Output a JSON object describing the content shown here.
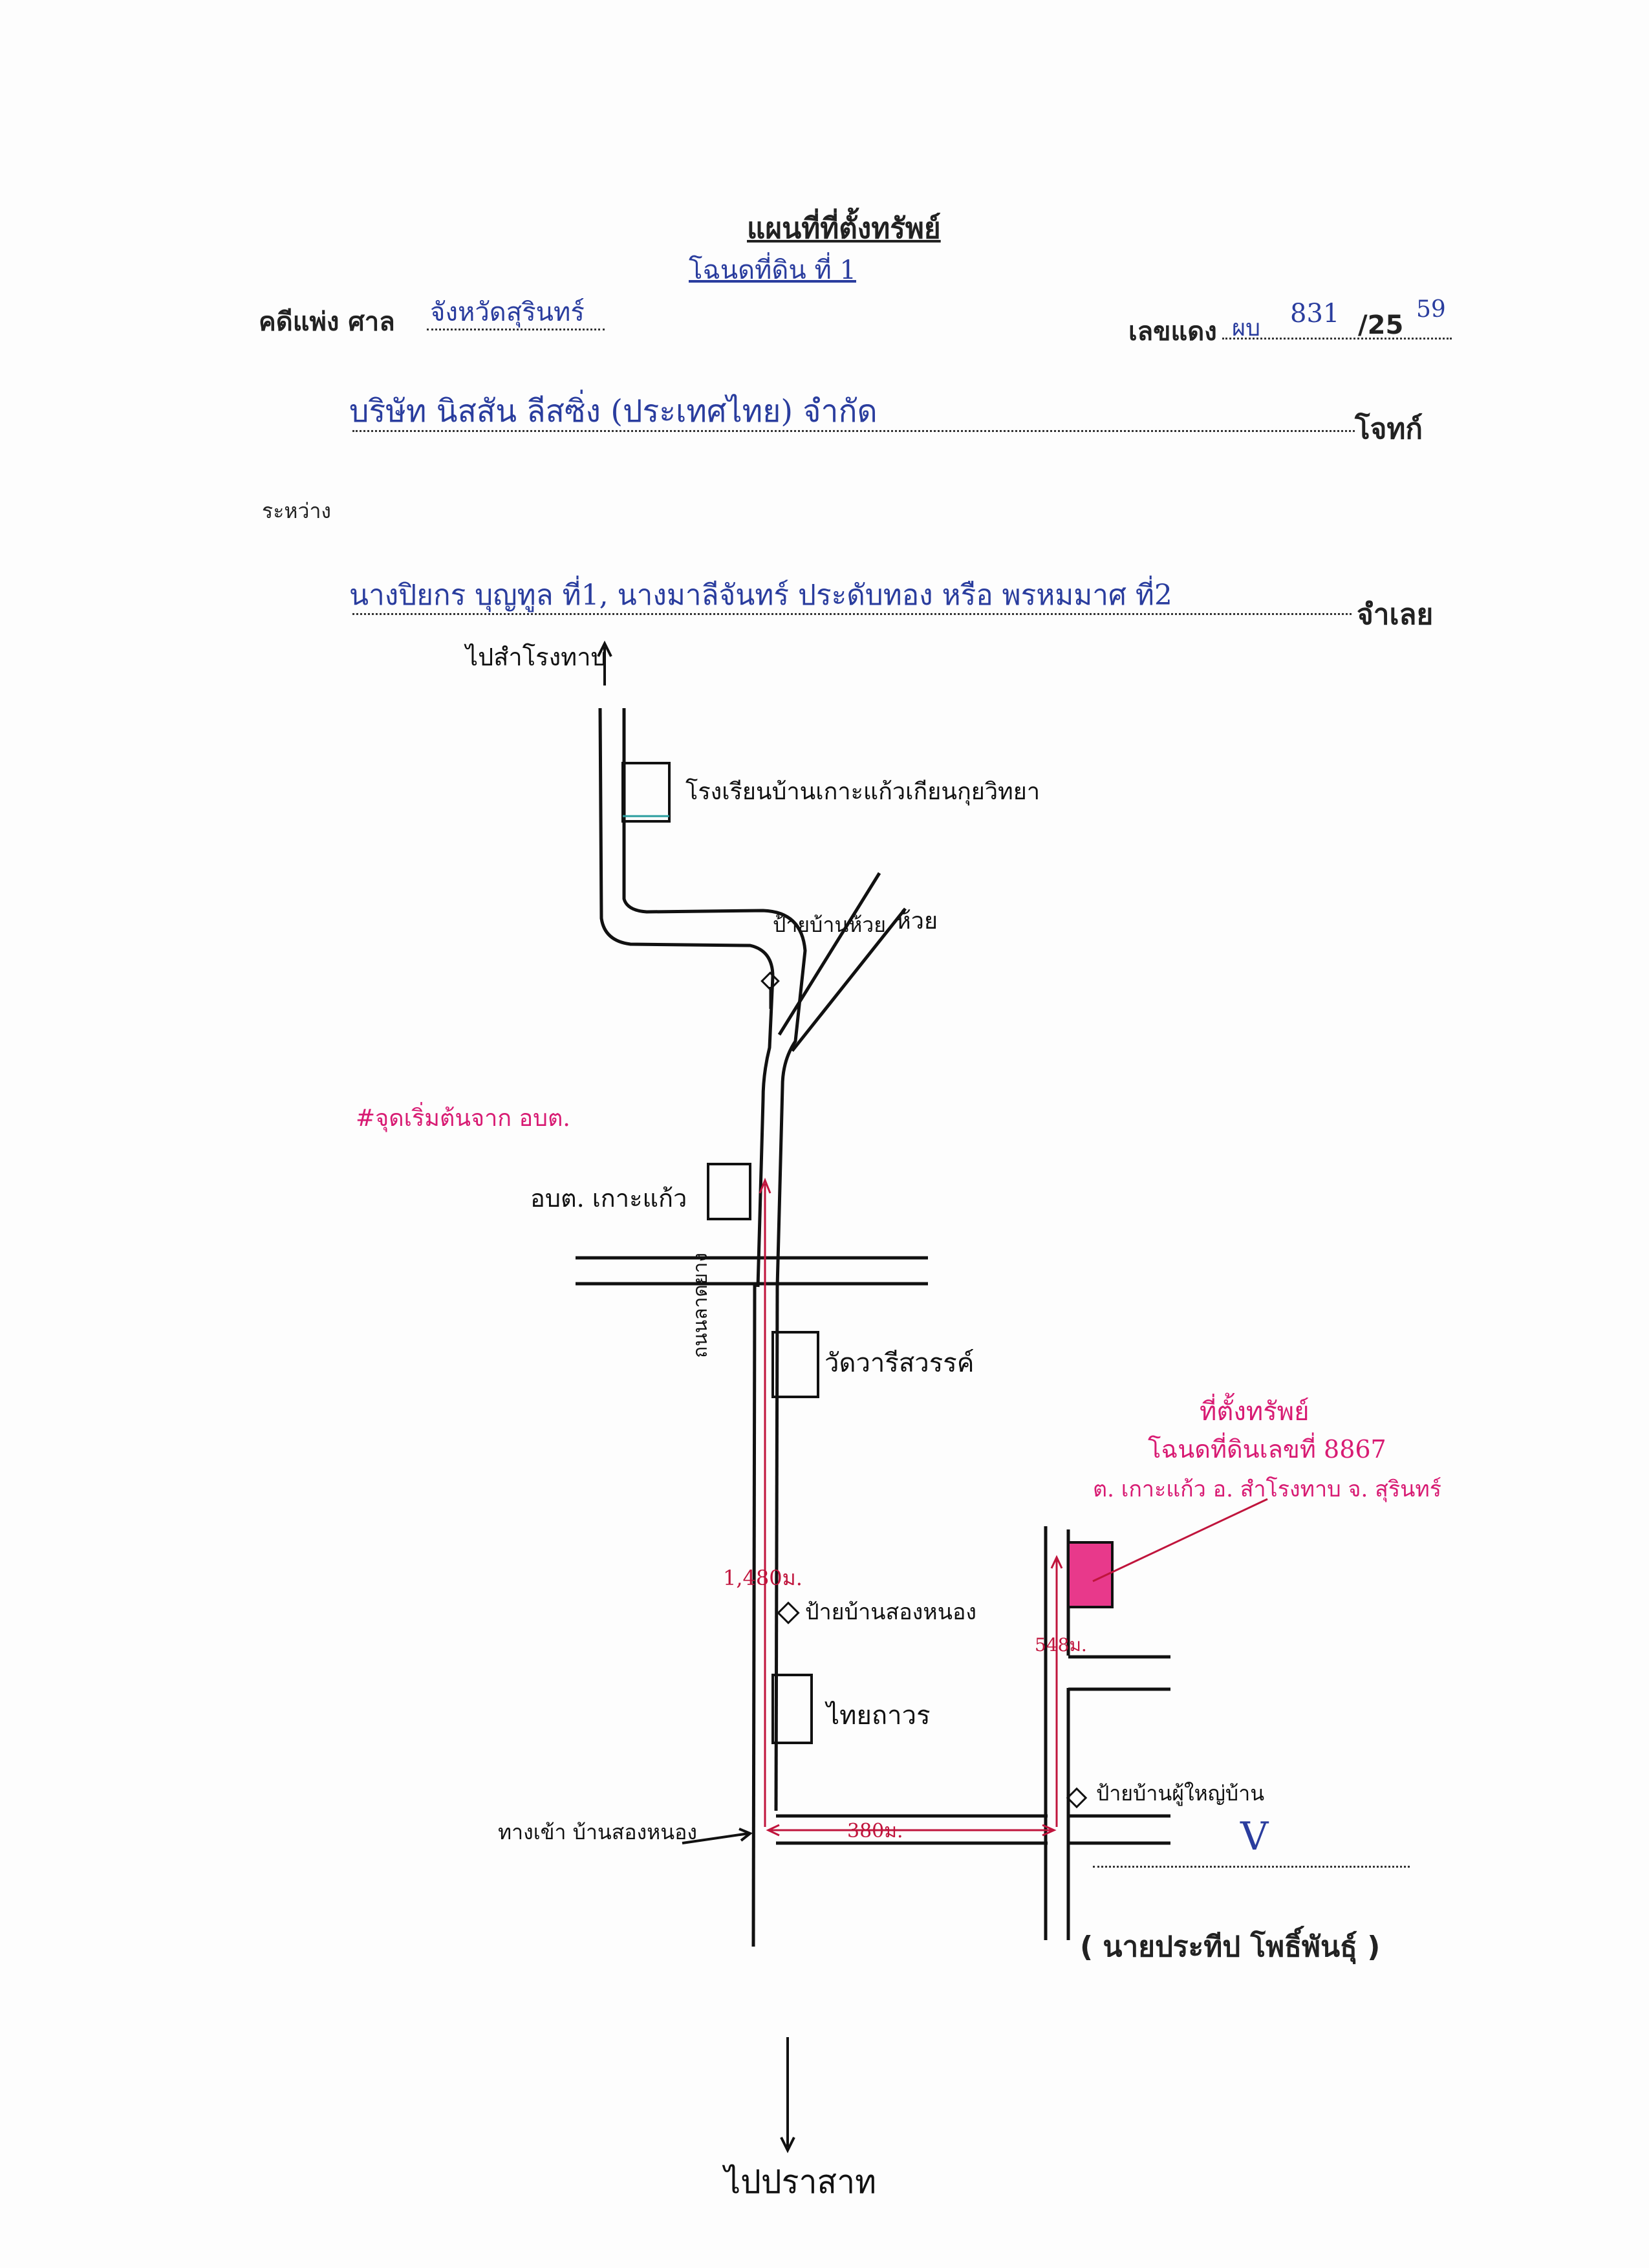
{
  "header": {
    "title": "แผนที่ที่ตั้งทรัพย์",
    "deed_ref": "โฉนดที่ดิน ที่ 1",
    "case_label": "คดีแพ่ง  ศาล",
    "court": "จังหวัดสุรินทร์",
    "red_no_label": "เลขแดง",
    "red_no_prefix": "ผบ",
    "red_no_value": "831",
    "red_no_year_prefix": "/25",
    "red_no_year": "59",
    "plaintiff": "บริษัท นิสสัน ลีสซิ่ง (ประเทศไทย) จำกัด",
    "plaintiff_label": "โจทก์",
    "between_label": "ระหว่าง",
    "defendant": "นางปิยกร  บุญทูล ที่1, นางมาลีจันทร์  ประดับทอง หรือ พรหมมาศ ที่2",
    "defendant_label": "จำเลย"
  },
  "map": {
    "to_top": "ไปสำโรงทาบ",
    "school": "โรงเรียนบ้านเกาะแก้วเกียนกุยวิทยา",
    "sign_huai": "ป้ายบ้านห้วย",
    "huai": "ห้วย",
    "start_note": "#จุดเริ่มต้นจาก อบต.",
    "obt": "อบต. เกาะแก้ว",
    "road_vertical": "ถนนลาดยาง",
    "wat": "วัดวารีสวรรค์",
    "dist_1480": "1,480ม.",
    "sign_song": "ป้ายบ้านสองหนอง",
    "thaiyanon": "ไทยถาวร",
    "entrance": "ทางเข้า บ้านสองหนอง",
    "dist_380": "380ม.",
    "dist_548": "548ม.",
    "sign_head": "ป้ายบ้านผู้ใหญ่บ้าน",
    "property_title": "ที่ตั้งทรัพย์",
    "property_deed": "โฉนดที่ดินเลขที่ 8867",
    "property_location": "ต. เกาะแก้ว อ. สำโรงทาบ จ. สุรินทร์",
    "to_bottom": "ไปปราสาท",
    "signer": "( นายประทีป   โพธิ์พันธุ์ )",
    "signature_mark": "V"
  },
  "colors": {
    "blue_ink": "#2a3d9e",
    "pink_ink": "#d81b73",
    "red_line": "#c0143c",
    "property_fill": "#e8398b"
  }
}
